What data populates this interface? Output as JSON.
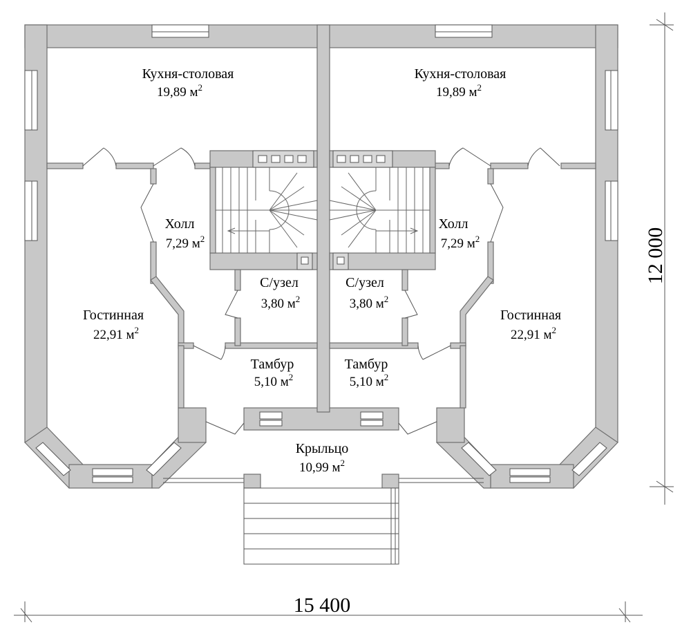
{
  "rooms": {
    "kitchen_left": {
      "name": "Кухня-столовая",
      "area": "19,89 м",
      "sup": "2"
    },
    "kitchen_right": {
      "name": "Кухня-столовая",
      "area": "19,89 м",
      "sup": "2"
    },
    "hall_left": {
      "name": "Холл",
      "area": "7,29 м",
      "sup": "2"
    },
    "hall_right": {
      "name": "Холл",
      "area": "7,29 м",
      "sup": "2"
    },
    "bath_left": {
      "name": "С/узел",
      "area": "3,80 м",
      "sup": "2"
    },
    "bath_right": {
      "name": "С/узел",
      "area": "3,80 м",
      "sup": "2"
    },
    "living_left": {
      "name": "Гостинная",
      "area": "22,91 м",
      "sup": "2"
    },
    "living_right": {
      "name": "Гостинная",
      "area": "22,91 м",
      "sup": "2"
    },
    "vestibule_left": {
      "name": "Тамбур",
      "area": "5,10 м",
      "sup": "2"
    },
    "vestibule_right": {
      "name": "Тамбур",
      "area": "5,10 м",
      "sup": "2"
    },
    "porch": {
      "name": "Крыльцо",
      "area": "10,99 м",
      "sup": "2"
    }
  },
  "dimensions": {
    "width": "15 400",
    "height": "12 000"
  },
  "colors": {
    "wall_fill": "#c8c8c8",
    "wall_stroke": "#6e6e6e",
    "line": "#555555"
  }
}
